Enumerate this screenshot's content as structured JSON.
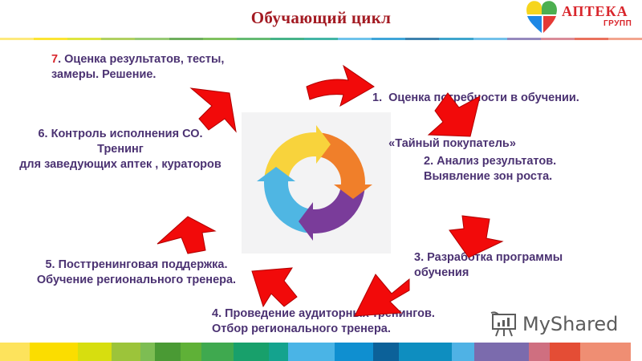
{
  "slide": {
    "title": "Обучающий  цикл"
  },
  "logo": {
    "name": "АПТЕКА",
    "subtitle": "ГРУПП",
    "heart_colors": [
      "#f6d51e",
      "#4caf50",
      "#1e88e5",
      "#e53935"
    ]
  },
  "steps": [
    {
      "id": 1,
      "lines": [
        "1.  Оценка потребности в обучении.",
        "     «Тайный покупатель»"
      ]
    },
    {
      "id": 2,
      "lines": [
        "2. Анализ результатов.",
        "Выявление зон роста."
      ]
    },
    {
      "id": 3,
      "lines": [
        "3. Разработка программы",
        "обучения"
      ]
    },
    {
      "id": 4,
      "lines": [
        "4. Проведение аудиторных тренингов.",
        "Отбор регионального тренера."
      ]
    },
    {
      "id": 5,
      "lines": [
        "5. Посттренинговая поддержка.",
        "Обучение регионального тренера."
      ]
    },
    {
      "id": 6,
      "lines": [
        "6. Контроль исполнения СО.",
        "Тренинг",
        "для заведующих аптек , кураторов"
      ]
    },
    {
      "id": 7,
      "num": "7",
      "lines": [
        ". Оценка результатов, тесты,",
        "замеры. Решение."
      ]
    }
  ],
  "center_icon": {
    "name": "cycle-arrows-icon",
    "colors": {
      "yellow": "#f8d33c",
      "orange": "#f07f2a",
      "purple": "#7a3c9a",
      "blue": "#4fb6e3"
    }
  },
  "arrows": {
    "color": "#f20a0a",
    "count": 7
  },
  "watermark": {
    "text": "MyShared"
  },
  "bottom_bar_colors": [
    "#fde35c",
    "#fbdd00",
    "#d7de0f",
    "#9cc43a",
    "#7dbd53",
    "#4a9a34",
    "#5fb137",
    "#3fa94f",
    "#18a06b",
    "#14a38e",
    "#4ab4e6",
    "#0f8fd0",
    "#0c6199",
    "#0e8ec0",
    "#4fb2e5",
    "#7b6bad",
    "#cf6f80",
    "#e44d35",
    "#ef8e73"
  ]
}
